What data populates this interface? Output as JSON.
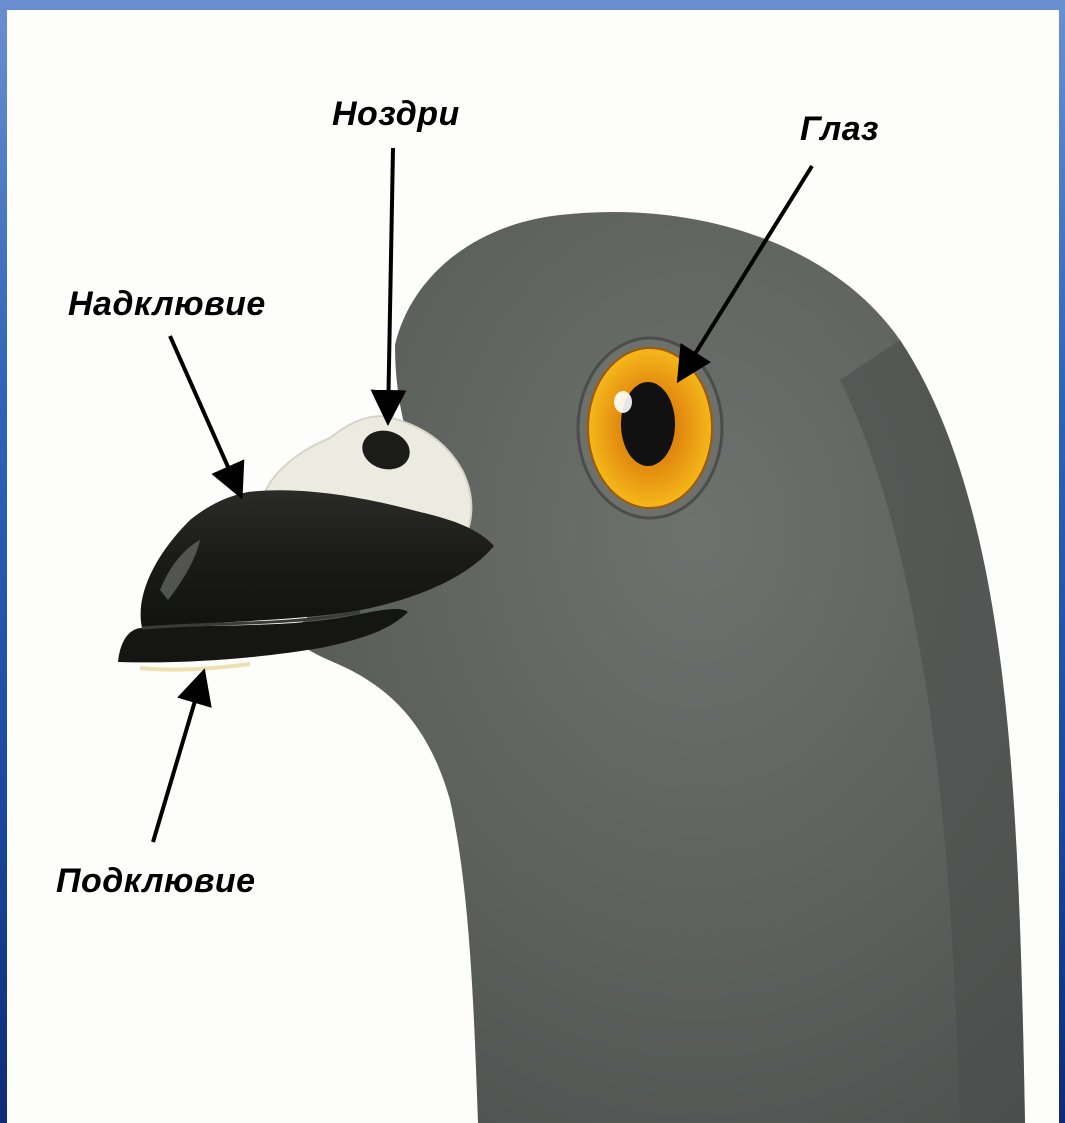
{
  "labels": {
    "nostrils": "Ноздри",
    "eye": "Глаз",
    "upper_beak": "Надклювие",
    "lower_beak": "Подклювие"
  },
  "colors": {
    "frame_blue": "#1a3a8a",
    "background": "#fdfdfb",
    "plumage": "#5d6260",
    "beak": "#1c1d1a",
    "cere": "#ecebe2",
    "iris": "#e8a011",
    "arrow": "#000000"
  }
}
